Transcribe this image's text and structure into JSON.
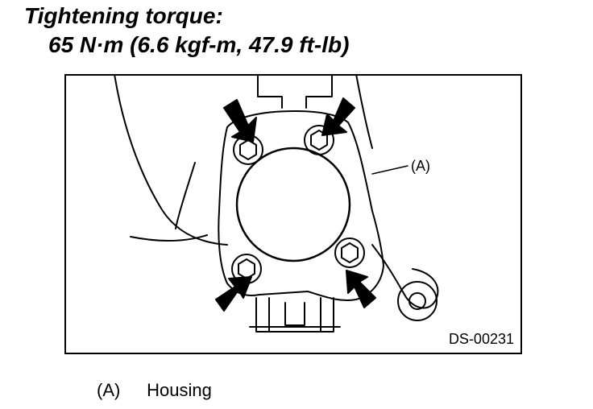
{
  "header": {
    "title": "Tightening torque:",
    "torque_value": "65 N·m (6.6 kgf-m, 47.9 ft-lb)"
  },
  "figure": {
    "callout_label": "(A)",
    "figure_id": "DS-00231",
    "arrow_count": 4,
    "bolt_count": 4
  },
  "legend": {
    "items": [
      {
        "code": "(A)",
        "label": "Housing"
      }
    ]
  },
  "colors": {
    "line": "#000000",
    "background": "#ffffff"
  }
}
